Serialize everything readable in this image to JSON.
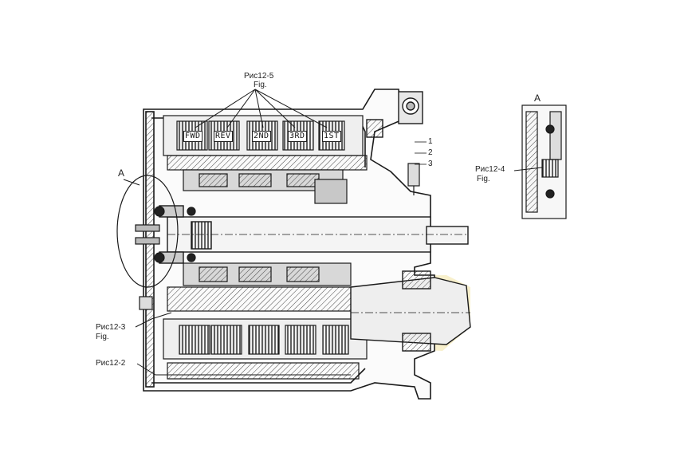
{
  "callouts": {
    "fig12_5_top": "Рис12-5",
    "fig12_5_bottom": "Fig.",
    "fig12_3_top": "Рис12-3",
    "fig12_3_bottom": "Fig.",
    "fig12_2": "Рис12-2",
    "fig12_4_top": "Рис12-4",
    "fig12_4_bottom": "Fig.",
    "detail_marker_main": "A",
    "detail_marker_inset": "A"
  },
  "clutch_packs": [
    "FWD",
    "REV",
    "2ND",
    "3RD",
    "1ST"
  ],
  "part_numbers": [
    "1",
    "2",
    "3"
  ],
  "colors": {
    "line": "#1a1a1a",
    "hatch": "#555555",
    "fill": "#dedede",
    "shaft": "#f2f2f2",
    "watermark": "#f0d77a"
  }
}
